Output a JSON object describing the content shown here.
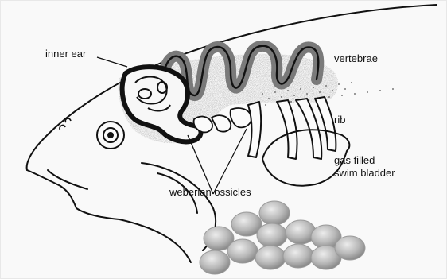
{
  "labels": {
    "inner_ear": "inner ear",
    "vertebrae": "vertebrae",
    "rib": "rib",
    "gas_filled_line1": "gas filled",
    "gas_filled_line2": "swim bladder",
    "weberian": "weberian ossicles"
  },
  "colors": {
    "background": "#f9f9f9",
    "ink": "#111111",
    "stipple_gray": "#9a9a9a",
    "egg_gray": "#a9a9a9"
  }
}
